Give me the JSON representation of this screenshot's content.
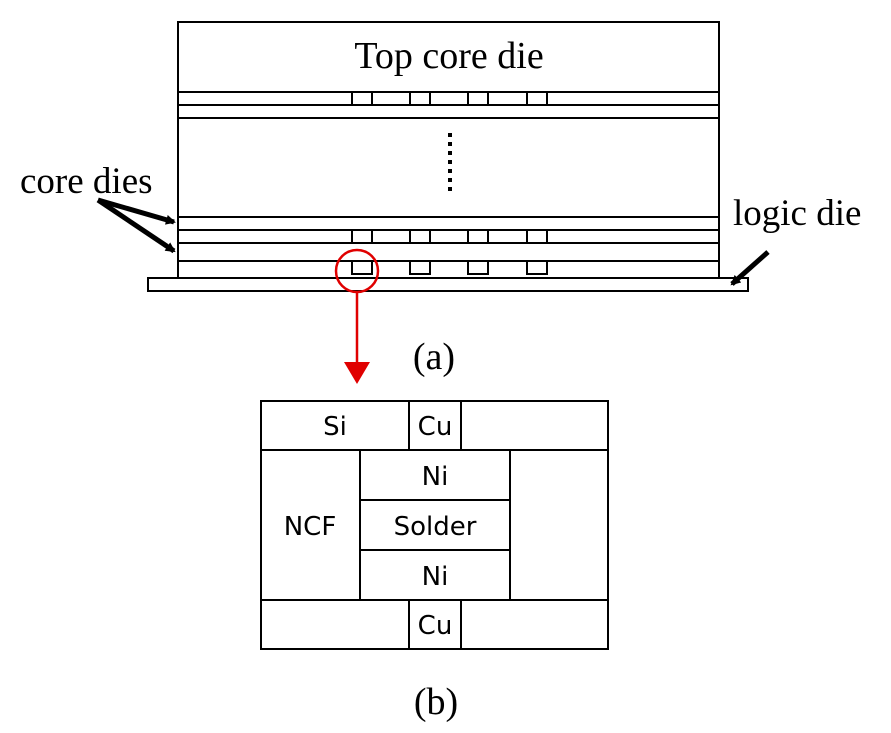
{
  "figure_a": {
    "top_label": "Top core die",
    "core_dies_label": "core dies",
    "logic_die_label": "logic die",
    "caption": "(a)"
  },
  "figure_b": {
    "si": "Si",
    "cu_top": "Cu",
    "ncf": "NCF",
    "ni_top": "Ni",
    "solder": "Solder",
    "ni_bottom": "Ni",
    "cu_bottom": "Cu",
    "caption": "(b)"
  },
  "colors": {
    "stroke": "#000000",
    "highlight": "#e00000"
  }
}
